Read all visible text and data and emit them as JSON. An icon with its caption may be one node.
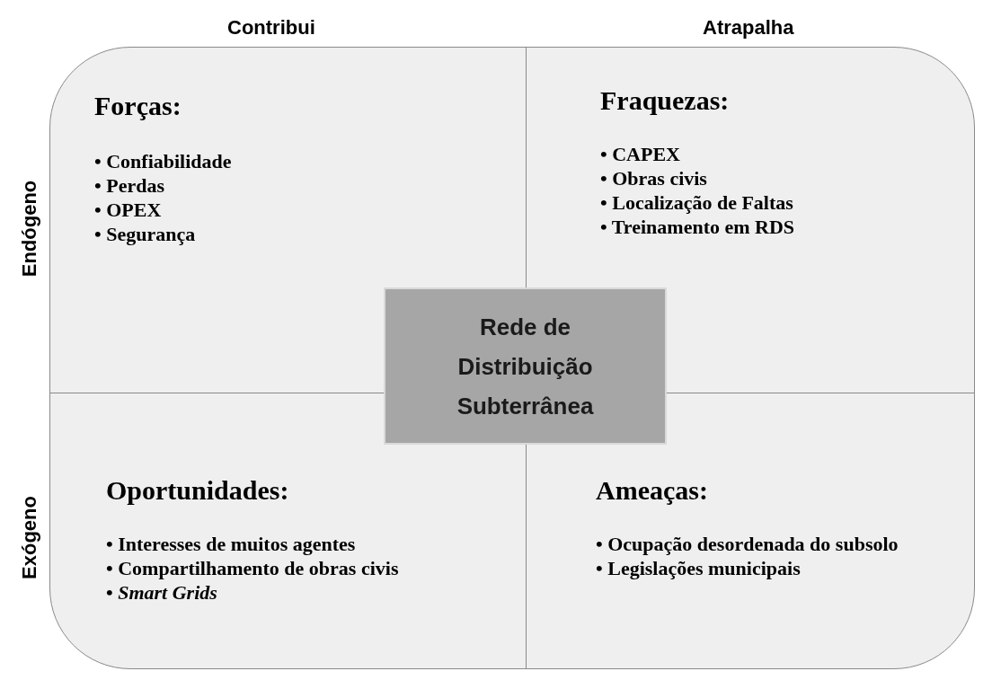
{
  "diagram": {
    "nodes": [
      {
        "text": [
          "Forças:",
          "• Confiabilidade",
          "• Perdas",
          "• OPEX",
          "• Segurança"
        ]
      },
      {
        "text": [
          "Fraquezas:",
          "• CAPEX",
          "• Obras civis",
          "• Localização de Faltas",
          "• Treinamento em RDS"
        ]
      },
      {
        "text": [
          "Oportunidades:",
          "• Interesses de muitos agentes",
          "• Compartilhamento de obras civis",
          "• *Smart Grids*"
        ]
      },
      {
        "text": [
          "Ameaças:",
          "• Ocupação desordenada do subsolo",
          "• Legislações municipais"
        ]
      },
      {
        "text": [
          "Rede de Distribuição Subterrânea"
        ]
      }
    ],
    "edges": [],
    "labels": [
      "Contribui",
      "Atrapalha",
      "Endógeno",
      "Exógeno"
    ]
  }
}
